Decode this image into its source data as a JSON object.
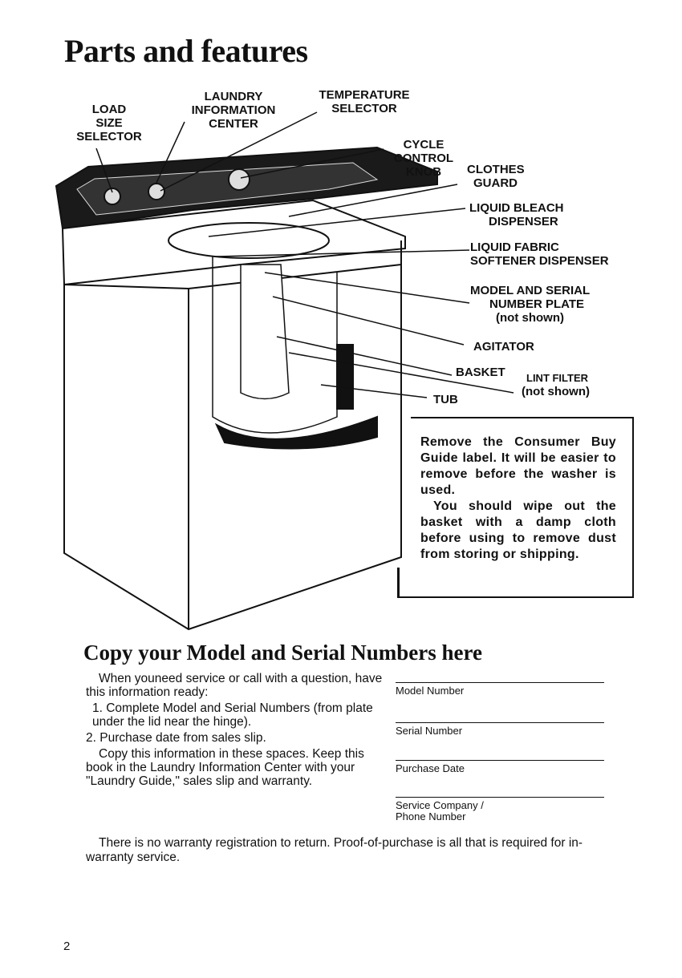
{
  "page": {
    "title": "Parts and features",
    "page_number": "2"
  },
  "diagram_labels": {
    "load_size": [
      "LOAD",
      "SIZE",
      "SELECTOR"
    ],
    "laundry_info": [
      "LAUNDRY",
      "INFORMATION",
      "CENTER"
    ],
    "temperature": [
      "TEMPERATURE",
      "SELECTOR"
    ],
    "cycle_control": [
      "CYCLE",
      "CONTROL",
      "KNOB"
    ],
    "clothes_guard": [
      "CLOTHES",
      "GUARD"
    ],
    "bleach": [
      "LIQUID BLEACH",
      "DISPENSER"
    ],
    "softener": [
      "LIQUID FABRIC",
      "SOFTENER DISPENSER"
    ],
    "model_plate": [
      "MODEL AND SERIAL",
      "NUMBER PLATE",
      "(not shown)"
    ],
    "agitator": "AGITATOR",
    "basket": "BASKET",
    "lint_filter": [
      "LINT FILTER",
      "(not shown)"
    ],
    "tub": "TUB"
  },
  "notice": {
    "p1": "Remove the Consumer Buy Guide label. It will be easier to remove before the washer is used.",
    "p2": "You should wipe out the basket with a damp cloth before using to remove dust from storing or shipping."
  },
  "copy_section": {
    "heading": "Copy your Model and Serial Numbers here",
    "intro": "When youneed service or call with a question, have this information ready:",
    "item1": "1. Complete Model and Serial Numbers (from plate under the lid near the hinge).",
    "item2": "2. Purchase date from sales slip.",
    "para": "Copy this information in these spaces. Keep this book in the Laundry Information Center with your \"Laundry Guide,\" sales slip and warranty.",
    "warranty": "There is no warranty registration to return. Proof-of-purchase is all that is required for in-warranty service.",
    "fields": [
      "Model Number",
      "Serial Number",
      "Purchase Date",
      "Service Company / Phone Number"
    ]
  }
}
